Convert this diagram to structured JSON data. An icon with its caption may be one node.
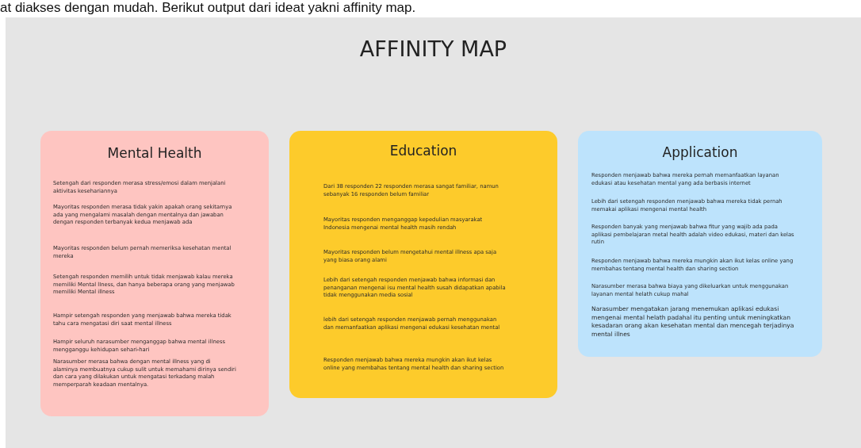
{
  "diagram": {
    "title": "AFFINITY MAP",
    "nodes": [
      {
        "text": [
          "Mental Health",
          "Setengah dari responden merasa stress/emosi dalam menjalani aktivitas kesehariannya",
          "Mayoritas responden merasa tidak yakin apakah orang sekitarnya ada yang mengalami masalah dengan mentalnya dan jawaban dengan responden terbanyak kedua menjawab ada",
          "Mayoritas responden belum pernah memeriksa kesehatan mental mereka",
          "Setengah responden memilih untuk tidak menjawab kalau mereka memiliki Mental lIness, dan hanya beberapa orang yang menjawab memiliki Mental illness",
          "Hampir setengah responden yang menjawab bahwa mereka tidak tahu cara mengatasi diri saat mental illness",
          "Hampir seluruh narasumber menganggap bahwa mental illness mengganggu kehidupan sehari-hari",
          "Narasumber merasa bahwa dengan mental illness yang di alaminya membuatnya cukup sulit untuk memahami dirinya sendiri dan cara yang dilakukan untuk mengatasi terkadang malah memperparah keadaan mentalnya."
        ]
      },
      {
        "text": [
          "Education",
          "Dari 38 responden 22 responden merasa sangat familiar, namun sebanyak 16 responden belum familiar",
          "Mayoritas responden menganggap kepedulian masyarakat Indonesia mengenai mental health masih rendah",
          "Mayoritas responden belum mengetahui mental illness apa saja yang biasa orang alami",
          "Lebih dari setengah responden menjawab bahwa informasi dan penanganan mengenai isu mental health susah didapatkan apabila tidak menggunakan media sosial",
          "lebih dari setengah responden menjawab pernah menggunakan dan memanfaatkan aplikasi mengenai edukasi kesehatan mental",
          "Responden menjawab bahwa mereka mungkin akan ikut kelas online yang membahas tentang mental health dan sharing section"
        ]
      },
      {
        "text": [
          "Application",
          "Responden menjawab bahwa mereka pernah memanfaatkan layanan edukasi atau kesehatan mental yang ada berbasis internet",
          "Lebih dari setengah responden menjawab bahwa mereka tidak pernah memakai aplikasi mengenai mental health",
          "Responden banyak yang menjawab bahwa fitur yang wajib ada pada aplikasi pembelajaran metal health adalah video edukasi, materi dan kelas rutin",
          "Responden menjawab bahwa mereka mungkin akan ikut kelas online yang membahas tentang mental health dan sharing section",
          "Narasumber merasa bahwa biaya yang dikeluarkan untuk menggunakan layanan mental helath cukup mahal",
          "Narasumber mengatakan jarang menemukan aplikasi edukasi mengenai mental helath padahal itu penting untuk meningkatkan kesadaran orang akan kesehatan mental dan mencegah terjadinya mental illnes"
        ]
      }
    ],
    "labels": [
      "at diakses dengan mudah. Berikut output dari ideat yakni affinity map."
    ]
  }
}
